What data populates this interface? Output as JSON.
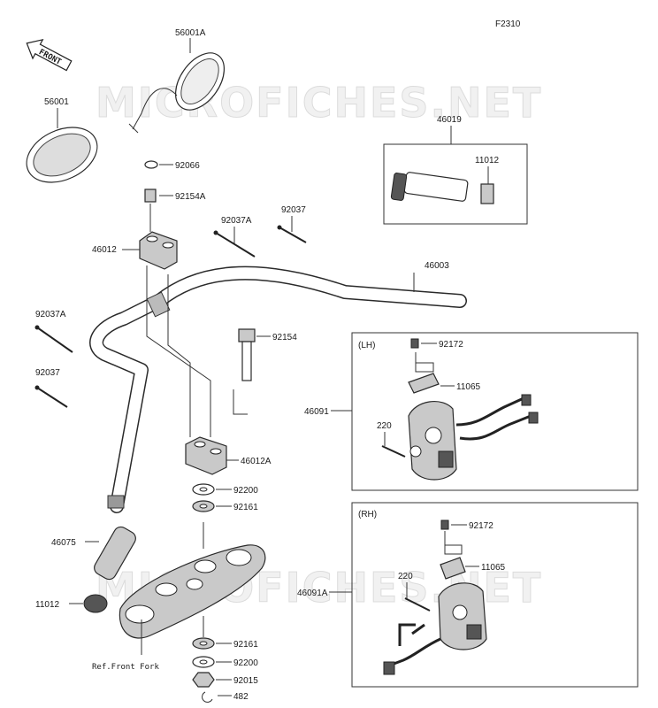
{
  "figure_code": "F2310",
  "watermark": "MICROFICHES.NET",
  "front_arrow": "FRONT",
  "ref_note": "Ref.Front Fork",
  "box_lh_label": "(LH)",
  "box_rh_label": "(RH)",
  "parts": {
    "p56001A": "56001A",
    "p56001": "56001",
    "p92066": "92066",
    "p92154A": "92154A",
    "p46012": "46012",
    "p92037A_top": "92037A",
    "p92037_top": "92037",
    "p46019": "46019",
    "p11012_top": "11012",
    "p46003": "46003",
    "p92037A_left": "92037A",
    "p92037_left": "92037",
    "p92154": "92154",
    "p92172_lh": "92172",
    "p11065_lh": "11065",
    "p46091": "46091",
    "p220_lh": "220",
    "p46012A": "46012A",
    "p92200_a": "92200",
    "p92161_a": "92161",
    "p46075": "46075",
    "p92172_rh": "92172",
    "p11065_rh": "11065",
    "p220_rh": "220",
    "p46091A": "46091A",
    "p11012_left": "11012",
    "p92161_b": "92161",
    "p92200_b": "92200",
    "p92015": "92015",
    "p482": "482"
  }
}
